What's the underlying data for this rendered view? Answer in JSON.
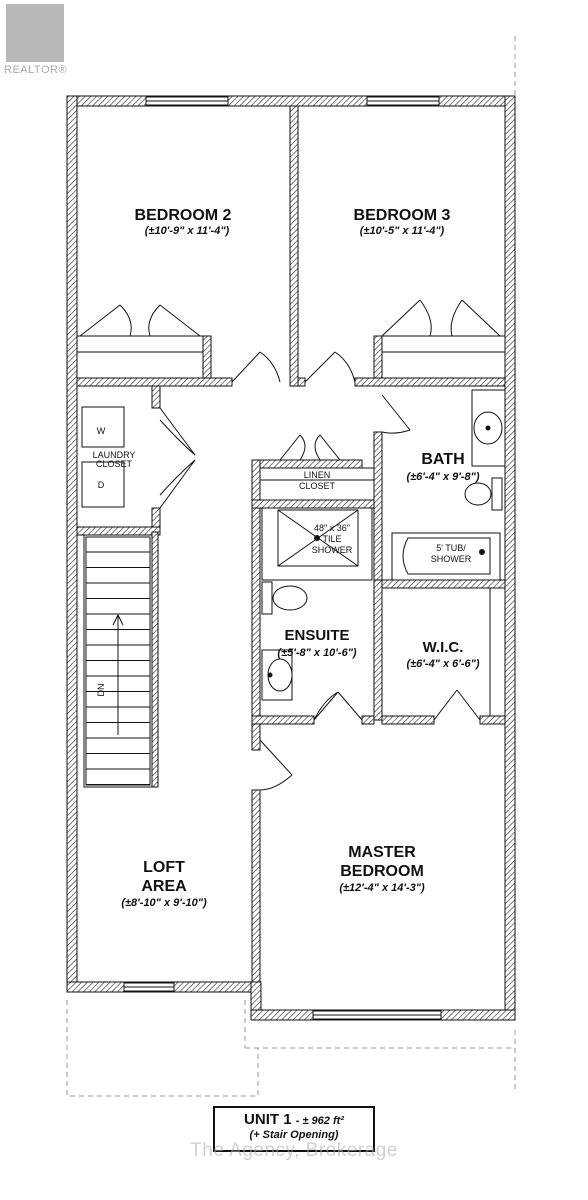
{
  "logo": {
    "name": "realtor-logo",
    "text": "REALTOR®"
  },
  "rooms": {
    "bedroom2": {
      "name": "BEDROOM 2",
      "size": "(±10'-9\" x 11'-4\")"
    },
    "bedroom3": {
      "name": "BEDROOM 3",
      "size": "(±10'-5\" x 11'-4\")"
    },
    "bath": {
      "name": "BATH",
      "size": "(±6'-4\" x 9'-8\")"
    },
    "ensuite": {
      "name": "ENSUITE",
      "size": "(±5'-8\" x 10'-6\")"
    },
    "wic": {
      "name": "W.I.C.",
      "size": "(±6'-4\" x 6'-6\")"
    },
    "loft": {
      "line1": "LOFT",
      "line2": "AREA",
      "size": "(±8'-10\" x 9'-10\")"
    },
    "master": {
      "line1": "MASTER",
      "line2": "BEDROOM",
      "size": "(±12'-4\" x 14'-3\")"
    }
  },
  "fixtures": {
    "laundry_line1": "LAUNDRY",
    "laundry_line2": "CLOSET",
    "washer": "W",
    "dryer": "D",
    "linen_line1": "LINEN",
    "linen_line2": "CLOSET",
    "shower_line1": "48\" x 36\"",
    "shower_line2": "TILE",
    "shower_line3": "SHOWER",
    "tub_line1": "5' TUB/",
    "tub_line2": "SHOWER",
    "stair_label": "DN"
  },
  "title": {
    "unit": "UNIT 1",
    "area": "- ± 962 ft²",
    "note": "(+ Stair Opening)"
  },
  "watermark": "The Agency, Brokerage"
}
